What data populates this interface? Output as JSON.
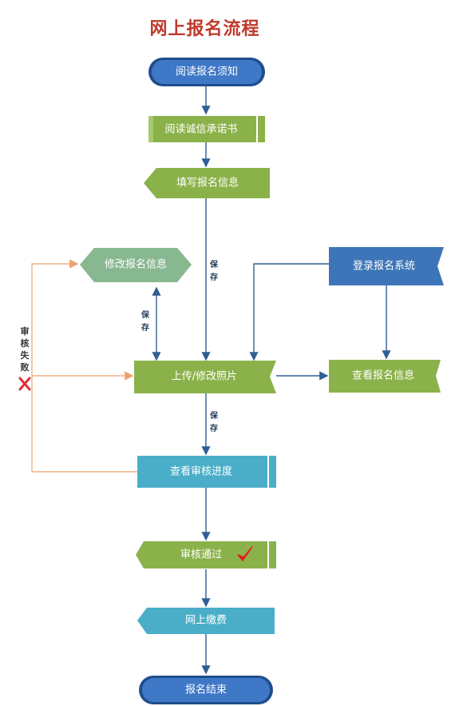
{
  "title": "网上报名流程",
  "nodes": {
    "read_notice": "阅读报名须知",
    "read_pledge": "阅读诚信承诺书",
    "fill_info": "填写报名信息",
    "modify_info": "修改报名信息",
    "login_system": "登录报名系统",
    "upload_photo": "上传/修改照片",
    "view_info": "查看报名信息",
    "check_progress": "查看审核进度",
    "review_passed": "审核通过",
    "pay_online": "网上缴费",
    "finish": "报名结束"
  },
  "edge_labels": {
    "save_1": [
      "保",
      "存"
    ],
    "save_2": [
      "保",
      "存"
    ],
    "save_3": [
      "保",
      "存"
    ],
    "review_failed": [
      "审",
      "核",
      "失",
      "败"
    ]
  },
  "icons": {
    "fail_mark": "cross-icon",
    "pass_mark": "check-icon"
  },
  "colors": {
    "title": "#c0392b",
    "navy": "#1f4e8c",
    "green": "#8bb24a",
    "teal": "#4aaec8",
    "blue": "#3d75b8",
    "sage": "#88b890",
    "orange": "#f0b080",
    "fail": "#e03030",
    "pass": "#e02020"
  }
}
